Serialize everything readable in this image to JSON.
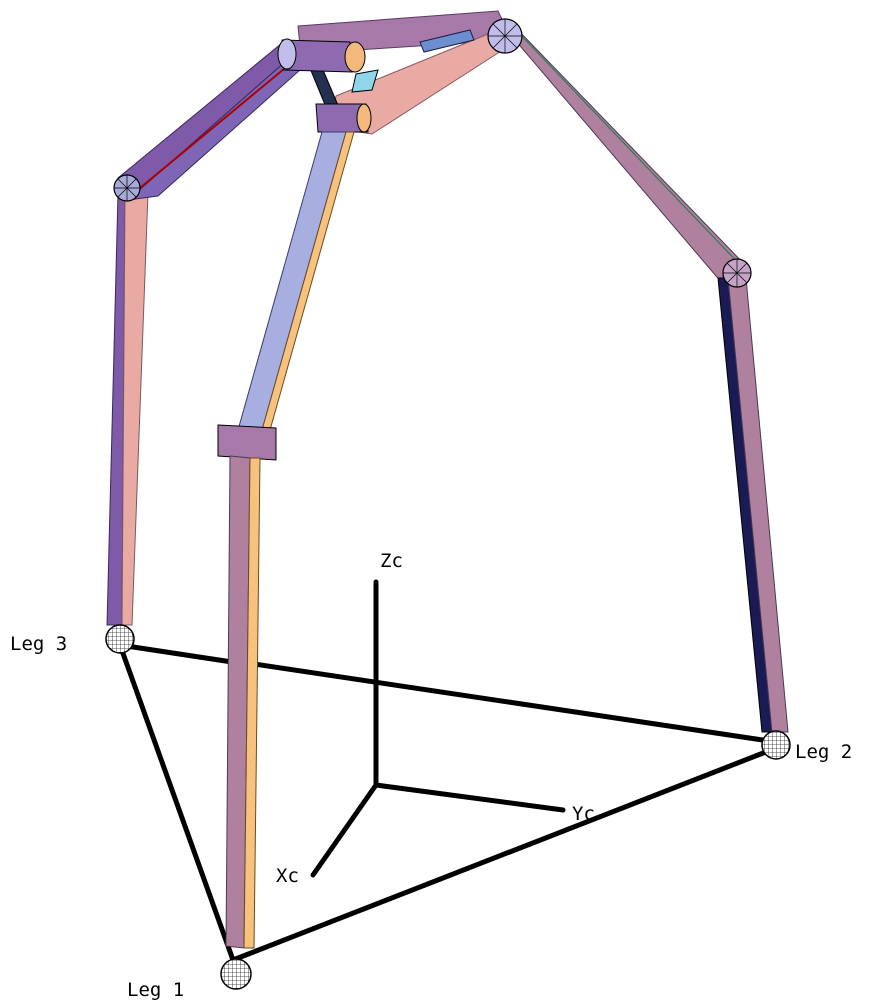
{
  "labels": {
    "leg1": "Leg 1",
    "leg2": "Leg 2",
    "leg3": "Leg 3",
    "axis_x": "Xc",
    "axis_y": "Yc",
    "axis_z": "Zc"
  },
  "colors": {
    "base_triangle": "#000000",
    "axes": "#000000",
    "link_violet": "#7e5aa8",
    "link_mauve": "#b0819f",
    "link_pink": "#e8aaa3",
    "link_blue": "#a7aee0",
    "link_orange": "#f7c27d",
    "platform": "#a779a9",
    "joint": "#c0bdea"
  }
}
